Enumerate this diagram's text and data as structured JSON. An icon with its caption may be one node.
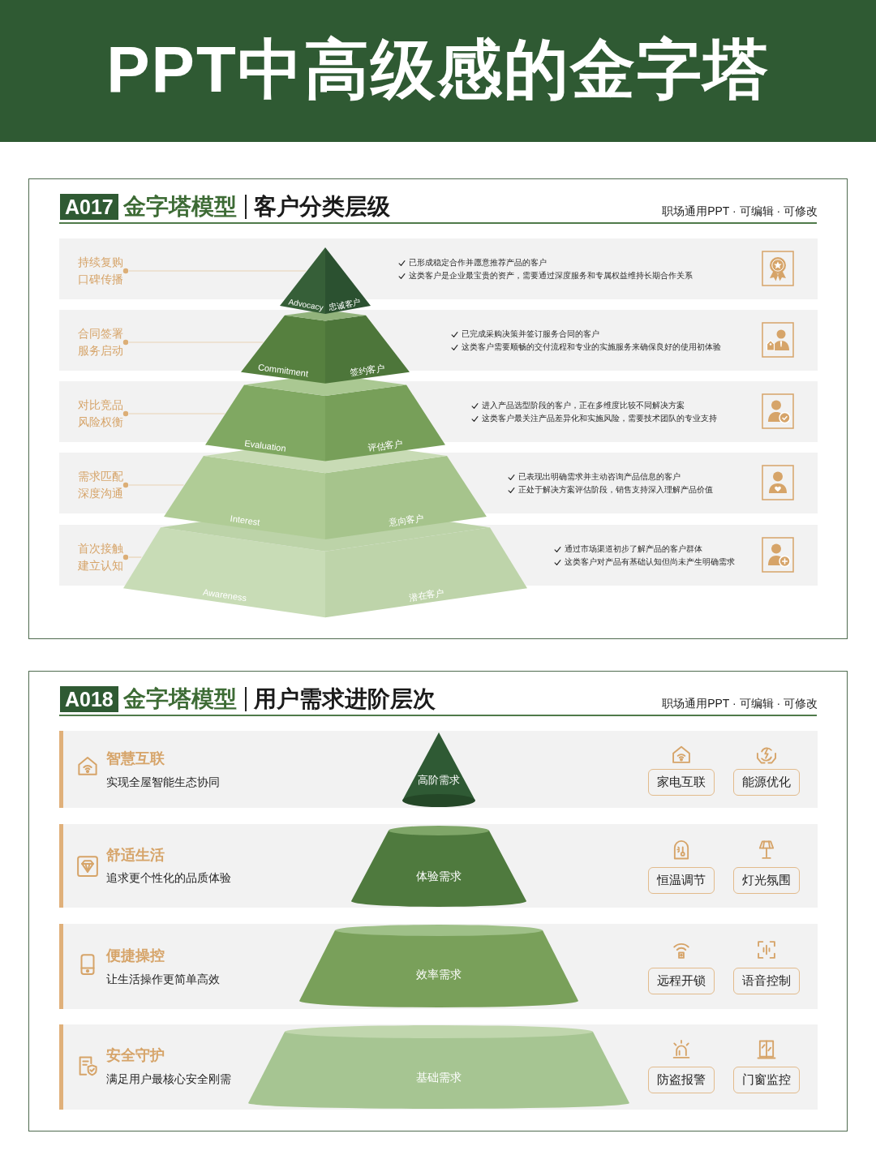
{
  "diagram": {
    "title": "PPT中高级感的金字塔",
    "nodes": [
      {
        "text": [
          "金字塔模型",
          "客户分类层级",
          "职场通用PPT · 可编辑 · 可修改"
        ]
      },
      {
        "text": [
          "A017"
        ],
        "in": 0
      },
      {
        "text": [
          "已形成稳定合作并愿意推荐产品的客户",
          "这类客户是企业最宝贵的资产，需要通过深度服务和专属权益维持长期合作关系"
        ],
        "in": 0
      },
      {
        "text": [
          "持续复购",
          "口碑传播"
        ],
        "in": 2
      },
      {
        "text": [
          "Advocacy",
          "忠诚客户"
        ],
        "in": 0
      },
      {
        "text": [
          "已完成采购决策并签订服务合同的客户",
          "这类客户需要顺畅的交付流程和专业的实施服务来确保良好的使用初体验"
        ],
        "in": 0
      },
      {
        "text": [
          "合同签署",
          "服务启动"
        ],
        "in": 5
      },
      {
        "text": [
          "Commitment",
          "签约客户"
        ],
        "in": 0
      },
      {
        "text": [
          "进入产品选型阶段的客户，正在多维度比较不同解决方案",
          "这类客户最关注产品差异化和实施风险，需要技术团队的专业支持"
        ],
        "in": 0
      },
      {
        "text": [
          "对比竞品",
          "风险权衡"
        ],
        "in": 8
      },
      {
        "text": [
          "Evaluation",
          "评估客户"
        ],
        "in": 0
      },
      {
        "text": [
          "已表现出明确需求并主动咨询产品信息的客户",
          "正处于解决方案评估阶段，销售支持深入理解产品价值"
        ],
        "in": 0
      },
      {
        "text": [
          "需求匹配",
          "深度沟通"
        ],
        "in": 11
      },
      {
        "text": [
          "Interest",
          "意向客户"
        ],
        "in": 0
      },
      {
        "text": [
          "通过市场渠道初步了解产品的客户群体",
          "这类客户对产品有基础认知但尚未产生明确需求"
        ],
        "in": 0
      },
      {
        "text": [
          "首次接触",
          "建立认知"
        ],
        "in": 14
      },
      {
        "text": [
          "Awareness",
          "潜在客户"
        ],
        "in": 0
      },
      {
        "text": [
          "金字塔模型",
          "用户需求进阶层次",
          "职场通用PPT · 可编辑 · 可修改"
        ]
      },
      {
        "text": [
          "A018"
        ],
        "in": 17
      },
      {
        "text": [
          "智慧互联",
          "实现全屋智能生态协同"
        ],
        "in": 17
      },
      {
        "text": [
          "高阶需求"
        ],
        "in": 19
      },
      {
        "text": [
          "家电互联"
        ],
        "in": 19
      },
      {
        "text": [
          "能源优化"
        ],
        "in": 19
      },
      {
        "text": [
          "舒适生活",
          "追求更个性化的品质体验"
        ],
        "in": 17
      },
      {
        "text": [
          "体验需求"
        ],
        "in": 23
      },
      {
        "text": [
          "恒温调节"
        ],
        "in": 23
      },
      {
        "text": [
          "灯光氛围"
        ],
        "in": 23
      },
      {
        "text": [
          "便捷操控",
          "让生活操作更简单高效"
        ],
        "in": 17
      },
      {
        "text": [
          "效率需求"
        ],
        "in": 27
      },
      {
        "text": [
          "远程开锁"
        ],
        "in": 27
      },
      {
        "text": [
          "语音控制"
        ],
        "in": 27
      },
      {
        "text": [
          "安全守护",
          "满足用户最核心安全刚需"
        ],
        "in": 17
      },
      {
        "text": [
          "基础需求"
        ],
        "in": 31
      },
      {
        "text": [
          "防盗报警"
        ],
        "in": 31
      },
      {
        "text": [
          "门窗监控"
        ],
        "in": 31
      }
    ],
    "edges": [
      {
        "from": 3,
        "to": 4,
        "arrow": "other"
      },
      {
        "from": 6,
        "to": 7,
        "arrow": "other"
      },
      {
        "from": 9,
        "to": 10,
        "arrow": "other"
      },
      {
        "from": 12,
        "to": 13,
        "arrow": "other"
      },
      {
        "from": 15,
        "to": 16,
        "arrow": "other"
      }
    ]
  }
}
